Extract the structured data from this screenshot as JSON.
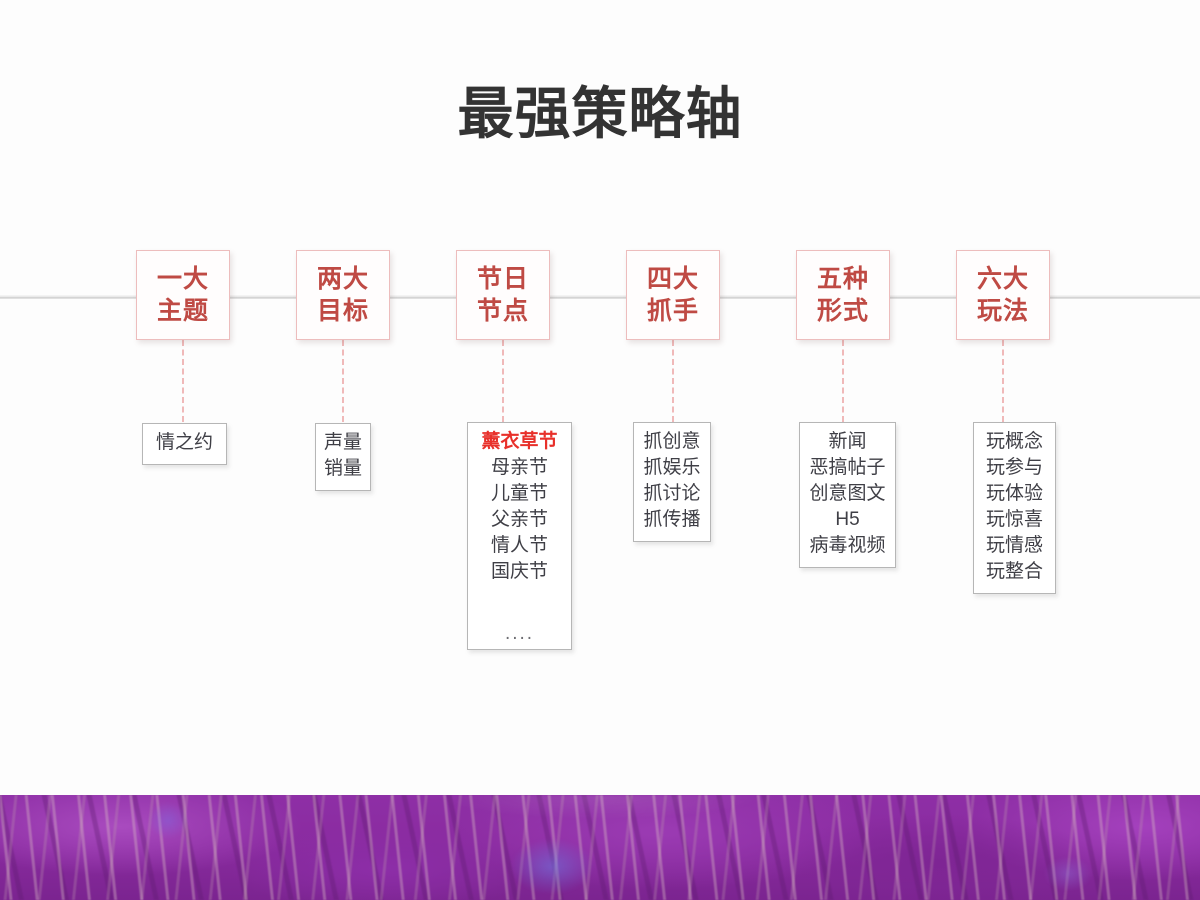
{
  "slide": {
    "title": "最强策略轴",
    "background_color": "#fdfdfd",
    "accent_color": "#bf4a44",
    "highlight_color": "#e8302a",
    "axis_color": "#cfcfcf"
  },
  "stages": [
    {
      "header_line1": "一大",
      "header_line2": "主题",
      "items": [
        "情之约"
      ]
    },
    {
      "header_line1": "两大",
      "header_line2": "目标",
      "items": [
        "声量",
        "销量"
      ]
    },
    {
      "header_line1": "节日",
      "header_line2": "节点",
      "items": [
        "薰衣草节",
        "母亲节",
        "儿童节",
        "父亲节",
        "情人节",
        "国庆节",
        "...."
      ]
    },
    {
      "header_line1": "四大",
      "header_line2": "抓手",
      "items": [
        "抓创意",
        "抓娱乐",
        "抓讨论",
        "抓传播"
      ]
    },
    {
      "header_line1": "五种",
      "header_line2": "形式",
      "items": [
        "新闻",
        "恶搞帖子",
        "创意图文",
        "H5",
        "病毒视频"
      ]
    },
    {
      "header_line1": "六大",
      "header_line2": "玩法",
      "items": [
        "玩概念",
        "玩参与",
        "玩体验",
        "玩惊喜",
        "玩情感",
        "玩整合"
      ]
    }
  ]
}
